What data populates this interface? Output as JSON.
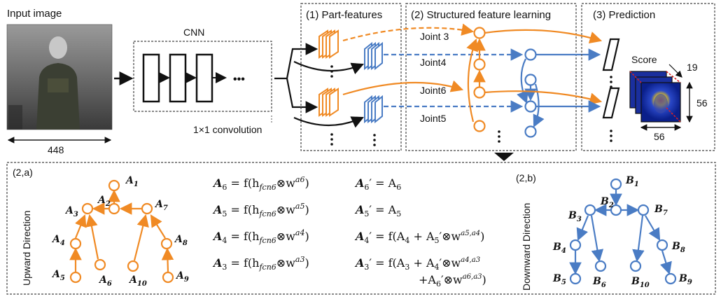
{
  "colors": {
    "orange": "#F08A24",
    "blue": "#4A7CC4",
    "black": "#111111"
  },
  "input": {
    "label": "Input image",
    "size": "448"
  },
  "cnn": {
    "label": "CNN",
    "ellipsis": "•••",
    "conv_label": "1×1 convolution"
  },
  "sections": {
    "part": "(1) Part-features",
    "structured": "(2) Structured feature learning",
    "prediction": "(3) Prediction"
  },
  "joints": {
    "j3": "Joint 3",
    "j4": "Joint4",
    "j6": "Joint6",
    "j5": "Joint5"
  },
  "prediction": {
    "score": "Score",
    "depth": "19",
    "height": "56",
    "width": "56"
  },
  "lower": {
    "left_tag": "(2,a)",
    "right_tag": "(2,b)",
    "upward": "Upward Direction",
    "downward": "Downward Direction"
  },
  "upward_tree": {
    "nodes": [
      "A",
      "A",
      "A",
      "A",
      "A",
      "A",
      "A",
      "A",
      "A",
      "A"
    ],
    "subs": [
      "1",
      "2",
      "3",
      "4",
      "5",
      "6",
      "7",
      "8",
      "9",
      "10"
    ]
  },
  "downward_tree": {
    "nodes": [
      "B",
      "B",
      "B",
      "B",
      "B",
      "B",
      "B",
      "B",
      "B",
      "B"
    ],
    "subs": [
      "1",
      "2",
      "3",
      "4",
      "5",
      "6",
      "7",
      "8",
      "9",
      "10"
    ]
  },
  "equations": {
    "left": [
      {
        "lhs": "A",
        "sub": "6",
        "rhs": " = f(h",
        "h_sub": "fcn6",
        "op": "⊗w",
        "sup": "a6",
        "close": ")"
      },
      {
        "lhs": "A",
        "sub": "5",
        "rhs": " = f(h",
        "h_sub": "fcn6",
        "op": "⊗w",
        "sup": "a5",
        "close": ")"
      },
      {
        "lhs": "A",
        "sub": "4",
        "rhs": " = f(h",
        "h_sub": "fcn6",
        "op": "⊗w",
        "sup": "a4",
        "close": ")"
      },
      {
        "lhs": "A",
        "sub": "3",
        "rhs": " = f(h",
        "h_sub": "fcn6",
        "op": "⊗w",
        "sup": "a3",
        "close": ")"
      }
    ],
    "right": [
      {
        "text_a": "A",
        "sub_a": "6",
        "rest": "′ = A",
        "sub_b": "6"
      },
      {
        "text_a": "A",
        "sub_a": "5",
        "rest": "′ = A",
        "sub_b": "5"
      },
      {
        "text_a": "A",
        "sub_a": "4",
        "rest": "′ = f(A",
        "sub_b": "4",
        "rest2": " + A",
        "sub_c": "5",
        "rest3": "′⊗w",
        "sup": "a5,a4",
        "close": ")"
      },
      {
        "text_a": "A",
        "sub_a": "3",
        "rest": "′ = f(A",
        "sub_b": "3",
        "rest2": " + A",
        "sub_c": "4",
        "rest3": "′⊗w",
        "sup": "a4,a3"
      },
      {
        "line2": "+A",
        "sub": "6",
        "rest": "′⊗w",
        "sup": "a6,a3",
        "close": ")"
      }
    ]
  }
}
